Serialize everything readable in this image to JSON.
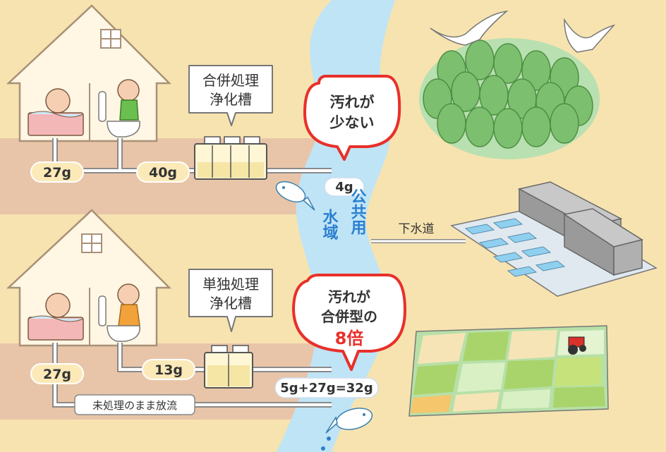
{
  "top": {
    "tank_label_1": "合併処理",
    "tank_label_2": "浄化槽",
    "bath_amount": "27g",
    "toilet_amount": "40g",
    "outflow_amount": "4g",
    "bubble_line1": "汚れが",
    "bubble_line2": "少ない"
  },
  "water": {
    "label_col1": "水域",
    "label_col2": "公共用",
    "sewer_label": "下水道"
  },
  "bottom": {
    "tank_label_1": "単独処理",
    "tank_label_2": "浄化槽",
    "bath_amount": "27g",
    "toilet_amount": "13g",
    "untreated_label": "未処理のまま放流",
    "outflow_amount": "5g+27g=32g",
    "bubble_line1": "汚れが",
    "bubble_line2": "合併型の",
    "bubble_line3": "8倍"
  },
  "colors": {
    "background": "#f7e3b0",
    "ground": "#e8c5a9",
    "water": "#bfe4f6",
    "pipe": "#7a7a7a",
    "bubble_border": "#e8302a",
    "highlight_text": "#e8302a",
    "forest": "#7cbf6e",
    "field_green": "#a9d46b"
  }
}
